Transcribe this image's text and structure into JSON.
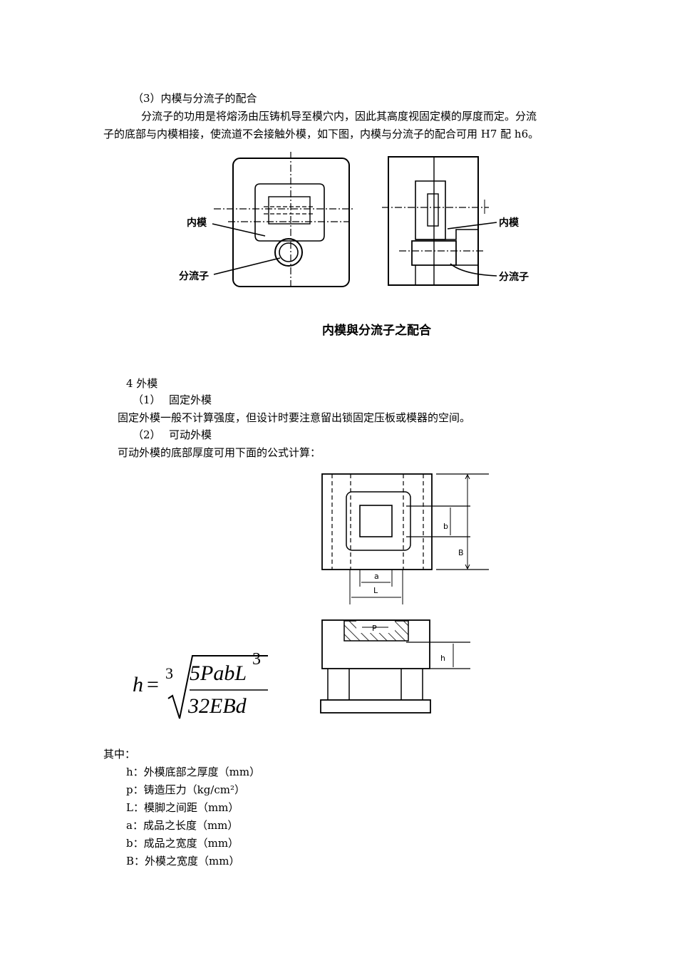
{
  "section3": {
    "heading": "（3）内模与分流子的配合",
    "para_line1": "分流子的功用是将熔汤由压铸机导至模穴内，因此其高度视固定模的厚度而定。分流",
    "para_line2": "子的底部与内模相接，使流道不会接触外模，如下图，内模与分流子的配合可用 H7 配 h6。"
  },
  "figure1": {
    "label_inner_mold_left": "内模",
    "label_sprue_left": "分流子",
    "label_inner_mold_right": "内模",
    "label_sprue_right": "分流子",
    "caption": "内模與分流子之配合"
  },
  "section4": {
    "heading": "4 外模",
    "sub1_num": "（1）",
    "sub1_title": "固定外模",
    "sub1_text": "固定外模一般不计算强度，但设计时要注意留出锁固定压板或模器的空间。",
    "sub2_num": "（2）",
    "sub2_title": "可动外模",
    "sub2_text": "可动外模的底部厚度可用下面的公式计算："
  },
  "figure2": {
    "dim_b": "b",
    "dim_B": "B",
    "dim_a": "a",
    "dim_L": "L",
    "dim_P": "P",
    "dim_h": "h"
  },
  "formula": {
    "lhs": "h",
    "eq": "=",
    "root_index": "3",
    "numerator": "5PabL",
    "exponent": "3",
    "denominator": "32EBd"
  },
  "legend": {
    "intro": "其中：",
    "items": [
      "h：外模底部之厚度（mm）",
      "p：铸造压力（kg/cm²）",
      "L：模脚之间距（mm）",
      "a：成品之长度（mm）",
      "b：成品之宽度（mm）",
      "B：外模之宽度（mm）"
    ]
  }
}
